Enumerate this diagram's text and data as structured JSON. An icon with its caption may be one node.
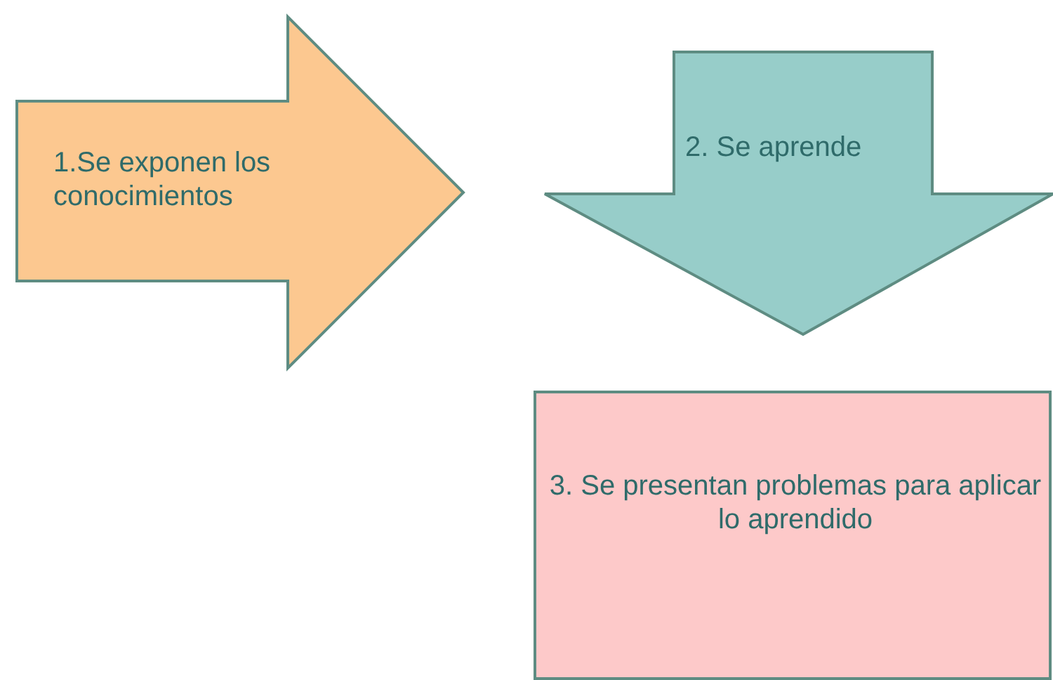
{
  "diagram": {
    "nodes": [
      {
        "text": [
          "1.Se exponen los conocimientos"
        ]
      },
      {
        "text": [
          "2. Se aprende"
        ]
      },
      {
        "text": [
          "3. Se presentan problemas para aplicar lo aprendido"
        ]
      }
    ]
  }
}
